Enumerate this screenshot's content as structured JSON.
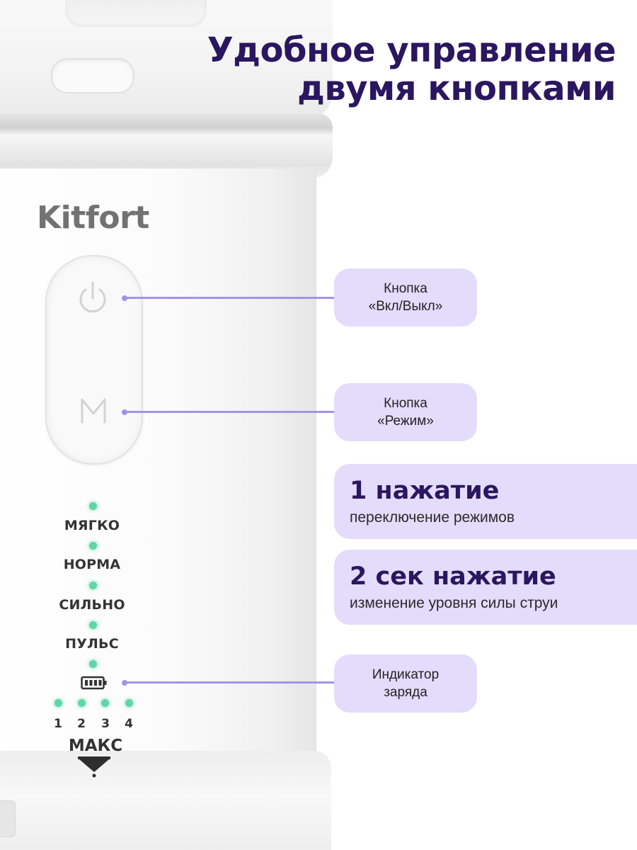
{
  "heading": {
    "line1": "Удобное управление",
    "line2": "двумя кнопками"
  },
  "device": {
    "brand": "Kitfort",
    "modes": [
      "МЯГКО",
      "НОРМА",
      "СИЛЬНО",
      "ПУЛЬС"
    ],
    "levels": [
      "1",
      "2",
      "3",
      "4"
    ],
    "max_label": "МАКС",
    "icons": {
      "power": "power-icon",
      "mode": "mode-m-icon",
      "battery": "battery-icon",
      "max": "max-arrow-icon"
    },
    "led_color": "#5fd6a6"
  },
  "callouts": {
    "power": {
      "line1": "Кнопка",
      "line2": "«Вкл/Выкл»"
    },
    "mode": {
      "line1": "Кнопка",
      "line2": "«Режим»"
    },
    "charge": {
      "line1": "Индикатор",
      "line2": "заряда"
    }
  },
  "info": {
    "press1": {
      "title": "1 нажатие",
      "subtitle": "переключение режимов"
    },
    "press2": {
      "title": "2 сек нажатие",
      "subtitle": "изменение уровня силы струи"
    }
  },
  "colors": {
    "heading": "#2b1660",
    "callout_bg": "#e3dcfb",
    "callout_line": "#a592e8"
  }
}
